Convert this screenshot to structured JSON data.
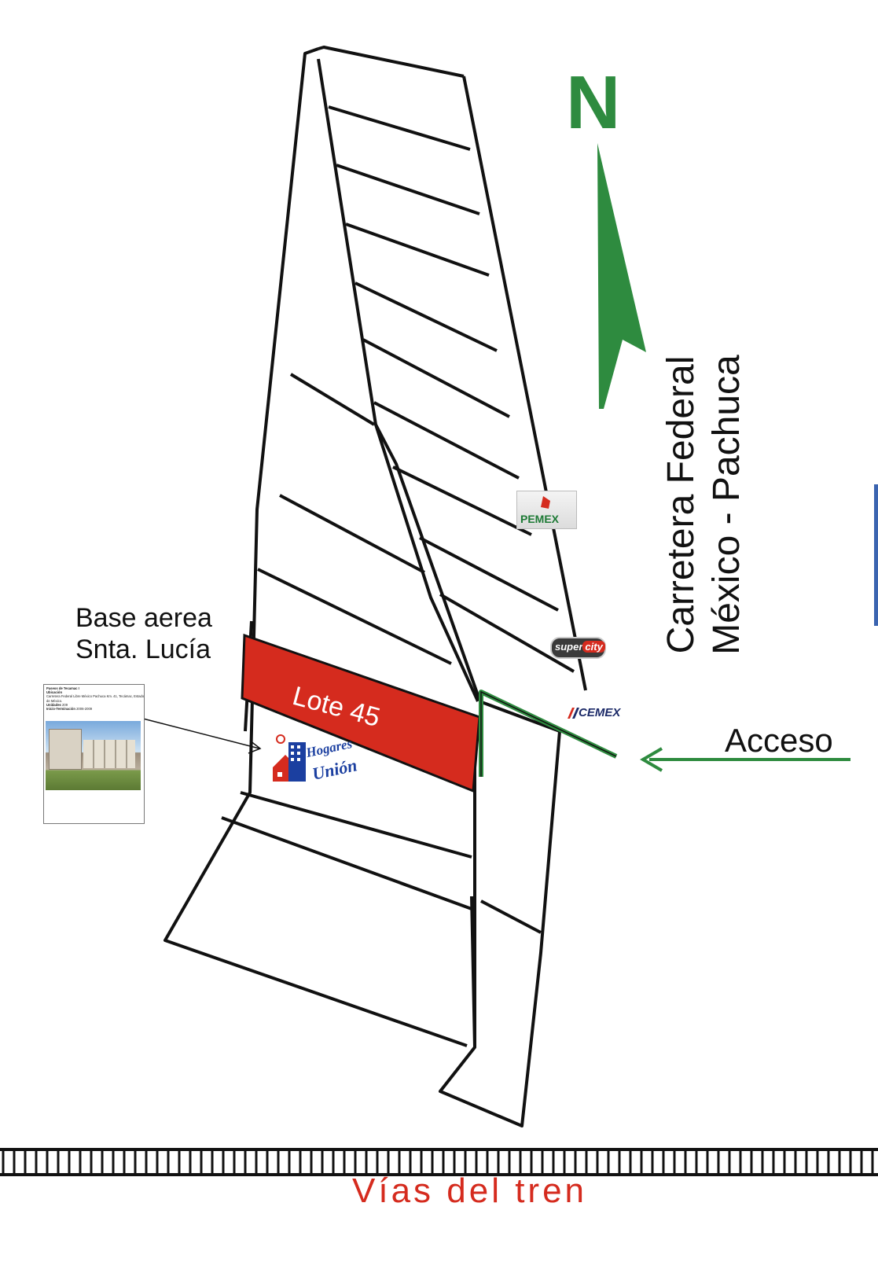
{
  "labels": {
    "base_line1": "Base aerea",
    "base_line2": "Snta. Lucía",
    "lote": "Lote 45",
    "access": "Acceso",
    "road_line1": "Carretera Federal",
    "road_line2": "México - Pachuca",
    "north": "N",
    "railway": "Vías del tren"
  },
  "logos": {
    "pemex": "PEMEX",
    "supercity_a": "super",
    "supercity_b": "city",
    "cemex": "CEMEX",
    "hogares_a": "Hogares",
    "hogares_b": "Unión"
  },
  "info_card": {
    "title": "Paseos de Tecamac I",
    "location_label": "Ubicación",
    "location_text": "Carretera Federal Libre México Pachuca Km. 41, Tecámac, Estado de México.",
    "units_label": "Unidades",
    "units_value": "209",
    "dates_label": "Inicio-Terminación",
    "dates_value": "2006-2009"
  },
  "colors": {
    "highlight_lot": "#d52b1e",
    "access_route": "#2e8b3f",
    "north_arrow": "#2e8b3f",
    "railway_label": "#d52b1e"
  }
}
